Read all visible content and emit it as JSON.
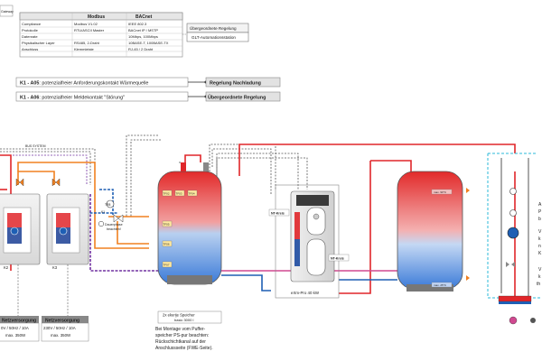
{
  "protocol_table": {
    "headers": [
      "",
      "Modbus",
      "BACnet"
    ],
    "rows": [
      [
        "Compliance",
        "Modbus V1.02",
        "IEEE 802.3"
      ],
      [
        "Protokolle",
        "RTU/ASCII Master",
        "BACnet IP / MSTP"
      ],
      [
        "Datenrate",
        "",
        "10Mbps, 100Mbps"
      ],
      [
        "Physikalischer Layer",
        "RS485, 2-Draht",
        "10BASE-T, 100BASE-TX"
      ],
      [
        "Anschluss",
        "Klemmleiste",
        "RJ-45 / 2 Draht"
      ]
    ]
  },
  "side_box_label": "Gateway",
  "upper_control": {
    "title": "Übergeordnete Regelung",
    "subtitle": "GLT-Automationsstation"
  },
  "contacts": [
    {
      "code": "K1 - A05",
      "text": ": potenzialfreier Anforderungskontakt Wärmequelle",
      "target": "Regelung Nachladung"
    },
    {
      "code": "K1 - A06",
      "text": ": potenzialfreier Meldekontakt \"Störung\"",
      "target": "Übergeordnete Regelung"
    }
  ],
  "bus_label": "BUS SYSTEM",
  "heat_pumps": [
    {
      "label": "K2"
    },
    {
      "label": "K3"
    }
  ],
  "supplies": [
    {
      "title": "Netzversorgung",
      "line1": "0V / 50Hz / 10A",
      "line2": "max. 350W"
    },
    {
      "title": "Netzversorgung",
      "line1": "230V / 50Hz / 10A",
      "line2": "max. 350W"
    }
  ],
  "valve_labels": {
    "tr8": "TR8",
    "k1": "K1",
    "note": "Dauerphase\nbeachten!"
  },
  "storage_left": {
    "sensors": [
      "TF02",
      "TF03",
      "TF04",
      "TF05",
      "TF06",
      "TF07"
    ],
    "caption_title": "2x ekerije Speicher",
    "caption_sub": "basic 3000 l",
    "note_lines": [
      "Bei Montage vom Puffer-",
      "speicher PS-pur beachten:",
      "Rückschichtkanal auf der",
      "Anschlussseite (FWE-Seite)."
    ]
  },
  "module": {
    "nt_label_top": "NT-Kreis",
    "nt_label_bottom": "NT-Kreis",
    "name": "eXm-Pro 40 kW"
  },
  "storage_right": {
    "tag_top": "max. 90°C",
    "tag_bottom": "max. 25°C"
  },
  "right_text": [
    "A",
    "P",
    "b",
    "V",
    "k",
    "n",
    "K",
    "V",
    "k",
    "th"
  ],
  "colors": {
    "hot": "#e0262a",
    "cold": "#1e5fb4",
    "orange": "#f08020",
    "purple": "#7030a0",
    "pink": "#d04890",
    "cyan": "#2bb8d8",
    "green": "#2ca02c"
  }
}
